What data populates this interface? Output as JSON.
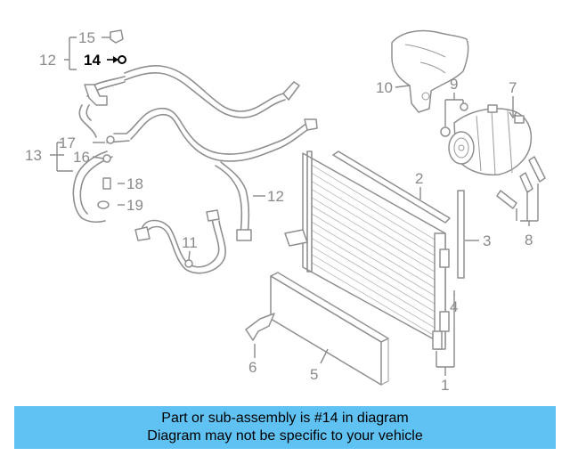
{
  "diagram": {
    "highlighted_part": "14",
    "labels": {
      "p1": "1",
      "p2": "2",
      "p3": "3",
      "p4": "4",
      "p5": "5",
      "p6": "6",
      "p7": "7",
      "p8": "8",
      "p9": "9",
      "p10": "10",
      "p11": "11",
      "p12a": "12",
      "p12b": "12",
      "p13": "13",
      "p14": "14",
      "p15": "15",
      "p16": "16",
      "p17": "17",
      "p18": "18",
      "p19": "19"
    }
  },
  "caption": {
    "line1": "Part or sub-assembly is #14 in diagram",
    "line2": "Diagram may not be specific to your vehicle",
    "background": "#60c2f3"
  }
}
